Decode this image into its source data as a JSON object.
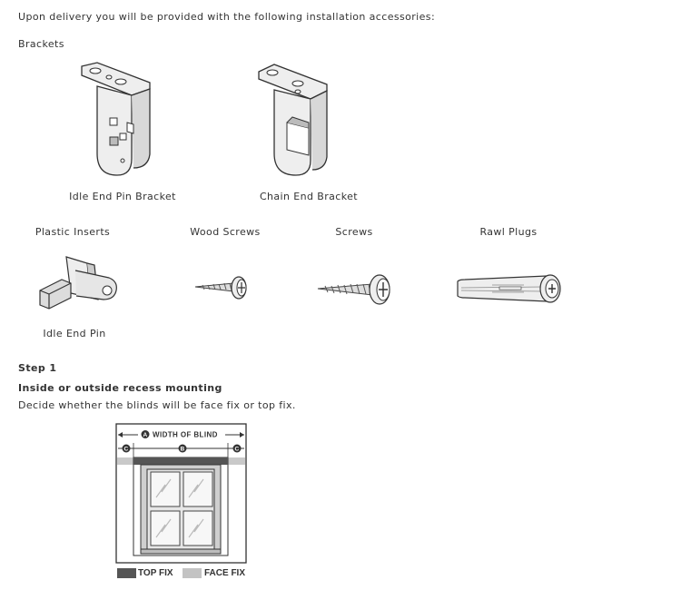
{
  "intro": "Upon delivery you will be provided with the following installation accessories:",
  "brackets_heading": "Brackets",
  "brackets": [
    {
      "label": "Idle End Pin Bracket"
    },
    {
      "label": "Chain End Bracket"
    }
  ],
  "accessories": [
    {
      "title": "Plastic Inserts",
      "caption": "Idle End Pin"
    },
    {
      "title": "Wood Screws"
    },
    {
      "title": "Screws"
    },
    {
      "title": "Rawl Plugs"
    }
  ],
  "step": {
    "heading": "Step 1",
    "subheading": "Inside or outside recess mounting",
    "description": "Decide whether the blinds will be face fix or top fix."
  },
  "diagram": {
    "width_label": "WIDTH OF BLIND",
    "marker_a": "A",
    "marker_b": "B",
    "marker_c": "C",
    "legend": [
      {
        "label": "TOP FIX",
        "color": "#555555"
      },
      {
        "label": "FACE FIX",
        "color": "#c3c3c3"
      }
    ]
  }
}
